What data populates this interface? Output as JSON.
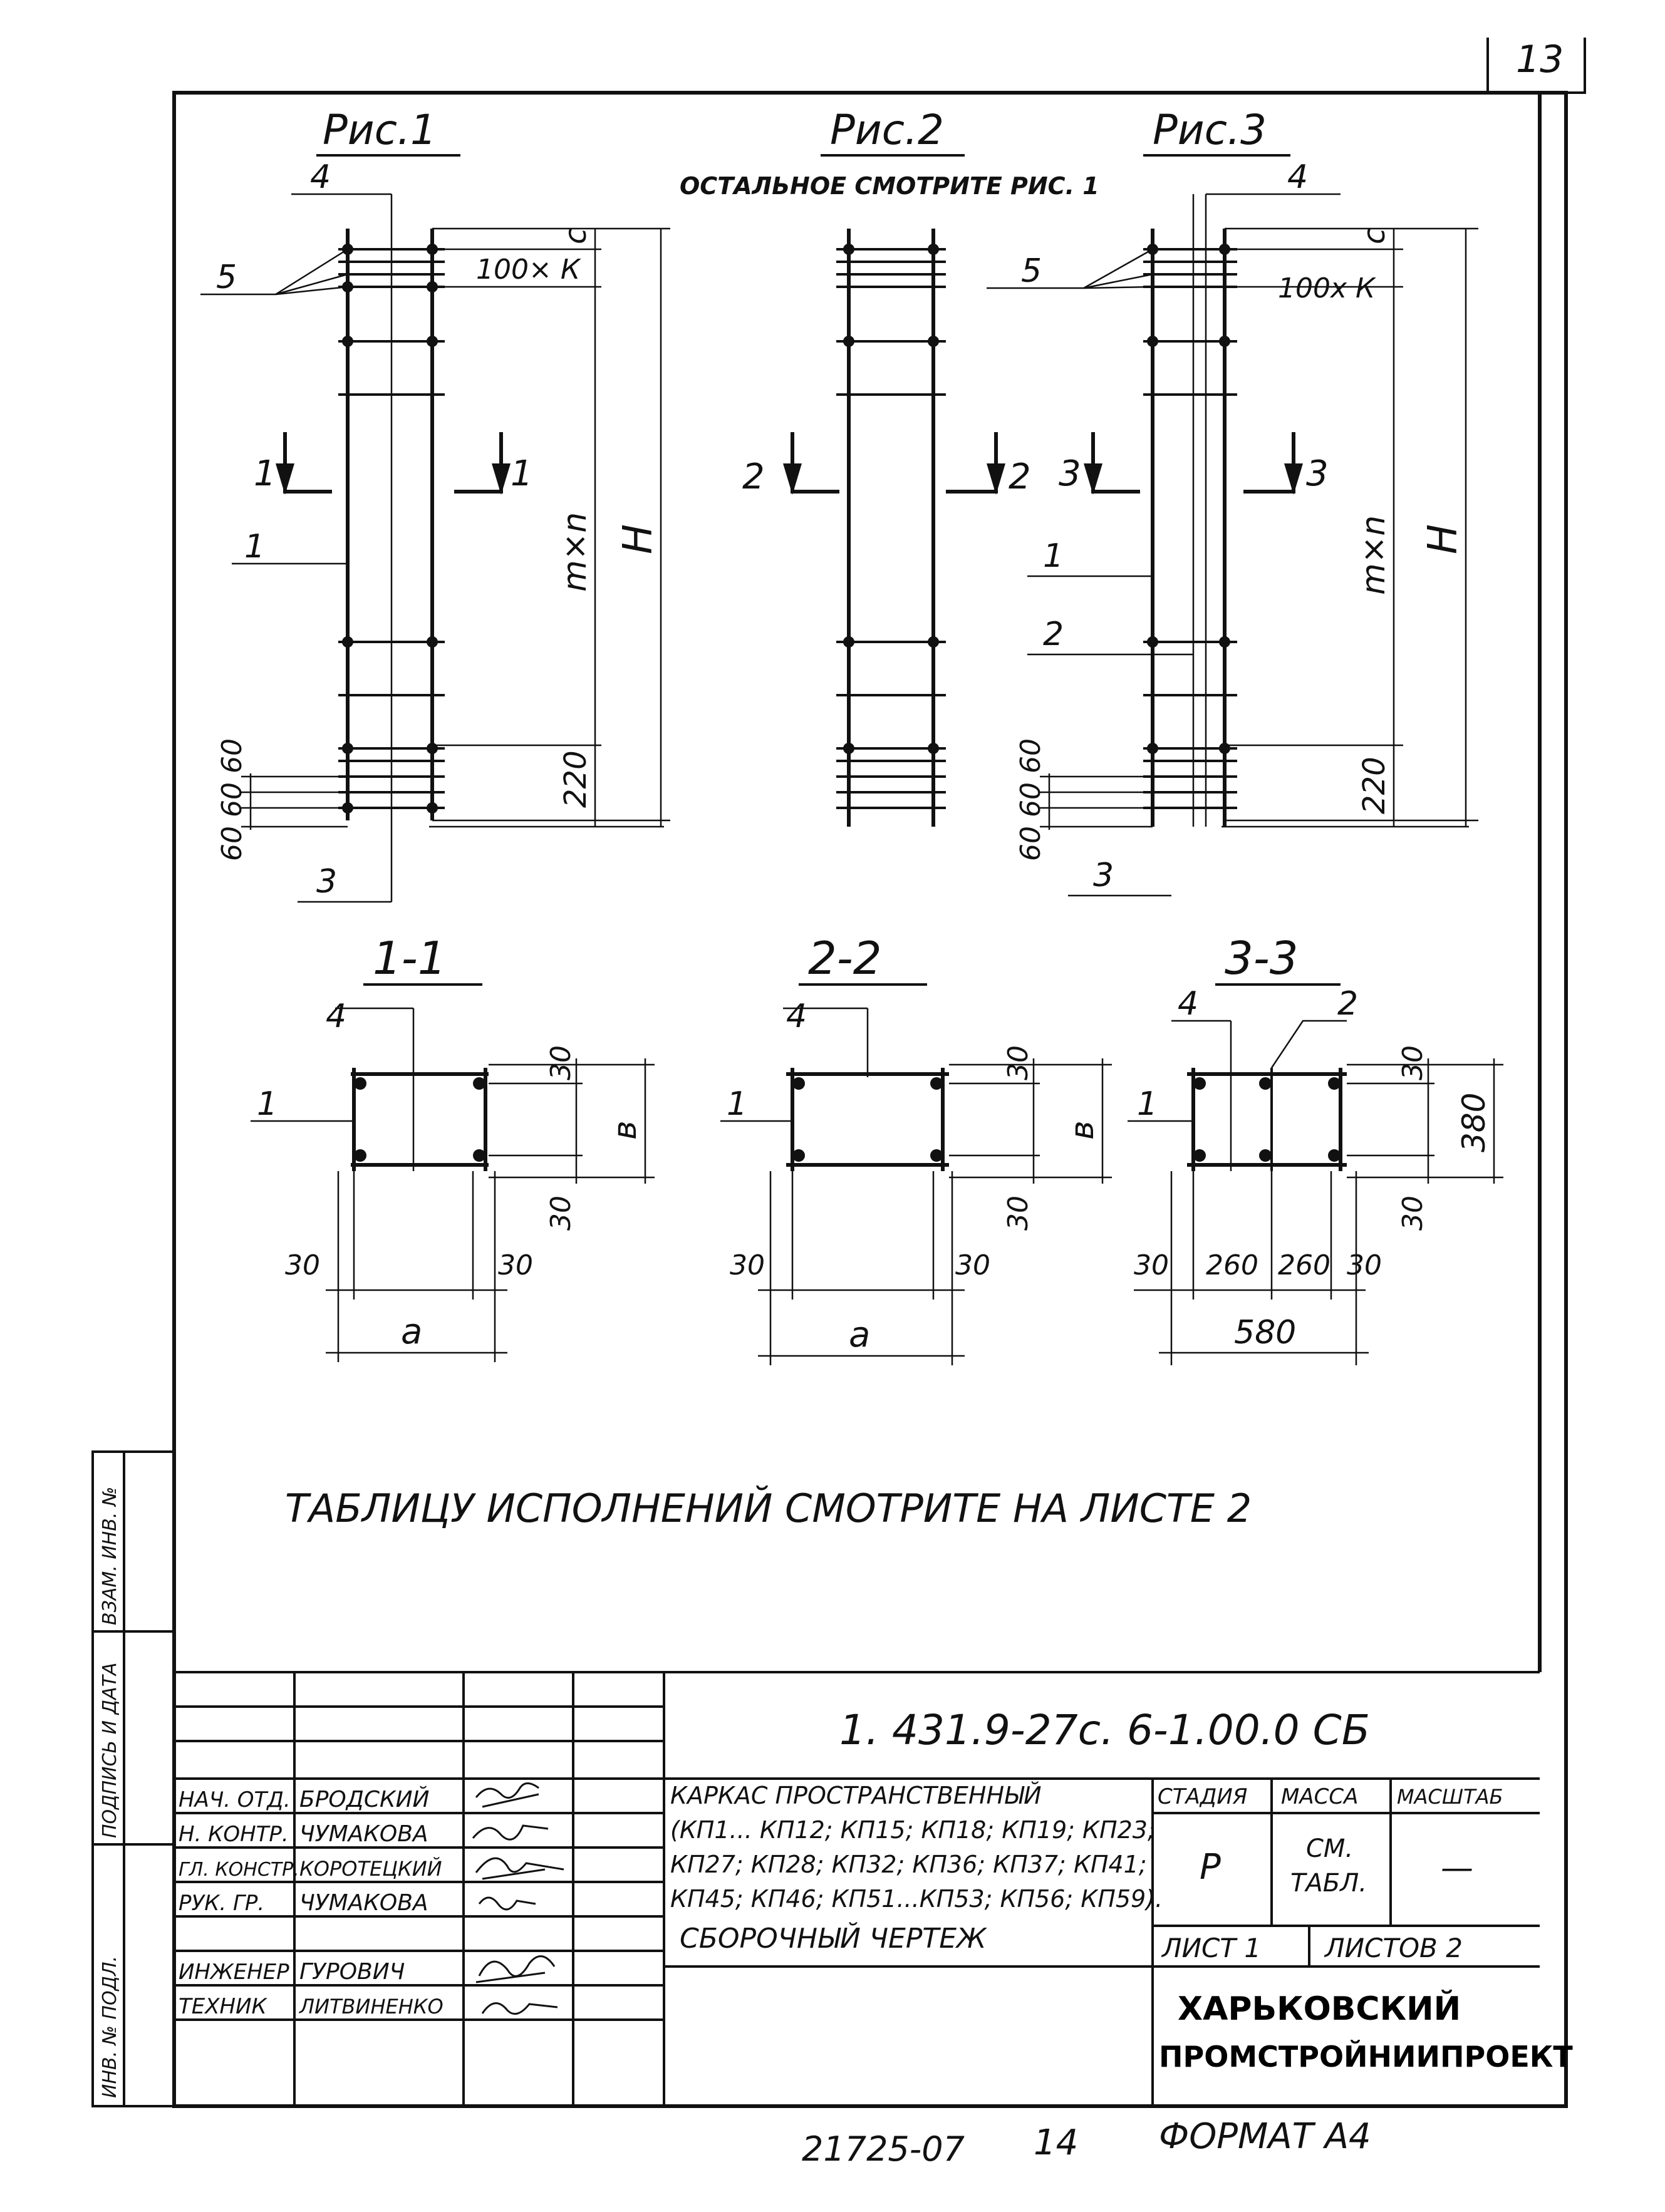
{
  "page_number": "13",
  "figures": {
    "fig1": {
      "title": "Рис.1",
      "labels": {
        "top": "4",
        "bars": "5",
        "bottom": "3",
        "item1": "1",
        "spacing": "100× К",
        "mn": "m×n",
        "H": "H",
        "c": "c",
        "bottom_dim": "220",
        "steps": "60 60 60",
        "cut": "1"
      }
    },
    "fig2": {
      "title": "Рис.2",
      "note": "Остальное смотрите рис. 1",
      "labels": {
        "cut": "2"
      }
    },
    "fig3": {
      "title": "Рис.3",
      "labels": {
        "top": "4",
        "bars": "5",
        "bottom": "3",
        "item1": "1",
        "item2": "2",
        "spacing": "100х К",
        "mn": "m×n",
        "H": "H",
        "c": "c",
        "bottom_dim": "220",
        "steps": "60 60 60",
        "cut": "3"
      }
    }
  },
  "sections": {
    "s1": {
      "title": "1-1",
      "l4": "4",
      "l1": "1",
      "top": "30",
      "bottom": "30",
      "left": "30",
      "right": "30",
      "height": "в",
      "width": "a"
    },
    "s2": {
      "title": "2-2",
      "l4": "4",
      "l1": "1",
      "top": "30",
      "bottom": "30",
      "left": "30",
      "right": "30",
      "height": "в",
      "width": "a"
    },
    "s3": {
      "title": "3-3",
      "l4": "4",
      "l2": "2",
      "l1": "1",
      "top": "30",
      "bottom": "30",
      "height": "380",
      "w1": "30",
      "w2": "260",
      "w3": "260",
      "w4": "30",
      "width": "580"
    }
  },
  "note": "Таблицу исполнений смотрите на листе 2",
  "side_stamp": [
    "Взам. инв. №",
    "Подпись и дата",
    "Инв. № подл."
  ],
  "title_block": {
    "code": "1. 431.9-27с. 6-1.00.0 СБ",
    "description": [
      "Каркас пространственный",
      "(КП1... КП12; КП15; КП18; КП19; КП23;",
      "КП27; КП28; КП32; КП36; КП37; КП41;",
      "КП45; КП46; КП51...КП53; КП56; КП59)."
    ],
    "drawing_type": "Сборочный чертеж",
    "headers": {
      "stage": "Стадия",
      "mass": "Масса",
      "scale": "Масштаб"
    },
    "stage_value": "Р",
    "mass_value": [
      "см.",
      "табл."
    ],
    "scale_value": "—",
    "sheet": "Лист 1",
    "sheets": "Листов 2",
    "org": [
      "ХАРЬКОВСКИЙ",
      "ПРОМСТРОЙНИИПРОЕКТ"
    ],
    "people": [
      {
        "role": "Нач. отд.",
        "name": "Бродский"
      },
      {
        "role": "Н. контр.",
        "name": "Чумакова"
      },
      {
        "role": "Гл. констр.",
        "name": "Коротецкий"
      },
      {
        "role": "Рук. гр.",
        "name": "Чумакова"
      },
      {
        "role": "Инженер",
        "name": "Гурович"
      },
      {
        "role": "Техник",
        "name": "Литвиненко"
      }
    ]
  },
  "footer": {
    "inv": "21725-07",
    "num": "14",
    "format": "Формат А4"
  }
}
